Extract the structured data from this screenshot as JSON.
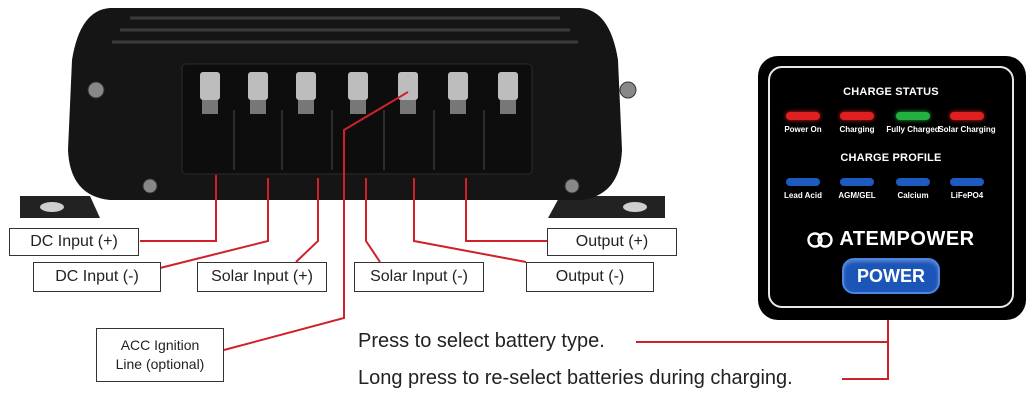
{
  "labels": {
    "dc_in_pos": "DC Input (+)",
    "dc_in_neg": "DC Input (-)",
    "solar_in_pos": "Solar Input (+)",
    "solar_in_neg": "Solar Input (-)",
    "output_pos": "Output (+)",
    "output_neg": "Output (-)",
    "acc_line1": "ACC Ignition",
    "acc_line2": "Line (optional)"
  },
  "notes": {
    "press": "Press to select battery type.",
    "long_press": "Long press to re-select batteries during charging."
  },
  "panel": {
    "charge_status_title": "CHARGE STATUS",
    "status_leds": [
      {
        "label": "Power On",
        "color": "#e02020"
      },
      {
        "label": "Charging",
        "color": "#e02020"
      },
      {
        "label": "Fully Charged",
        "color": "#22b040"
      },
      {
        "label": "Solar Charging",
        "color": "#e02020"
      }
    ],
    "charge_profile_title": "CHARGE PROFILE",
    "profile_leds": [
      {
        "label": "Lead Acid",
        "color": "#1e5bc0"
      },
      {
        "label": "AGM/GEL",
        "color": "#1e5bc0"
      },
      {
        "label": "Calcium",
        "color": "#1e5bc0"
      },
      {
        "label": "LiFePO4",
        "color": "#1e5bc0"
      }
    ],
    "brand": "ATEMPOWER",
    "button_label": "POWER"
  },
  "colors": {
    "leader_line": "#d0202a",
    "device_body": "#141414"
  }
}
